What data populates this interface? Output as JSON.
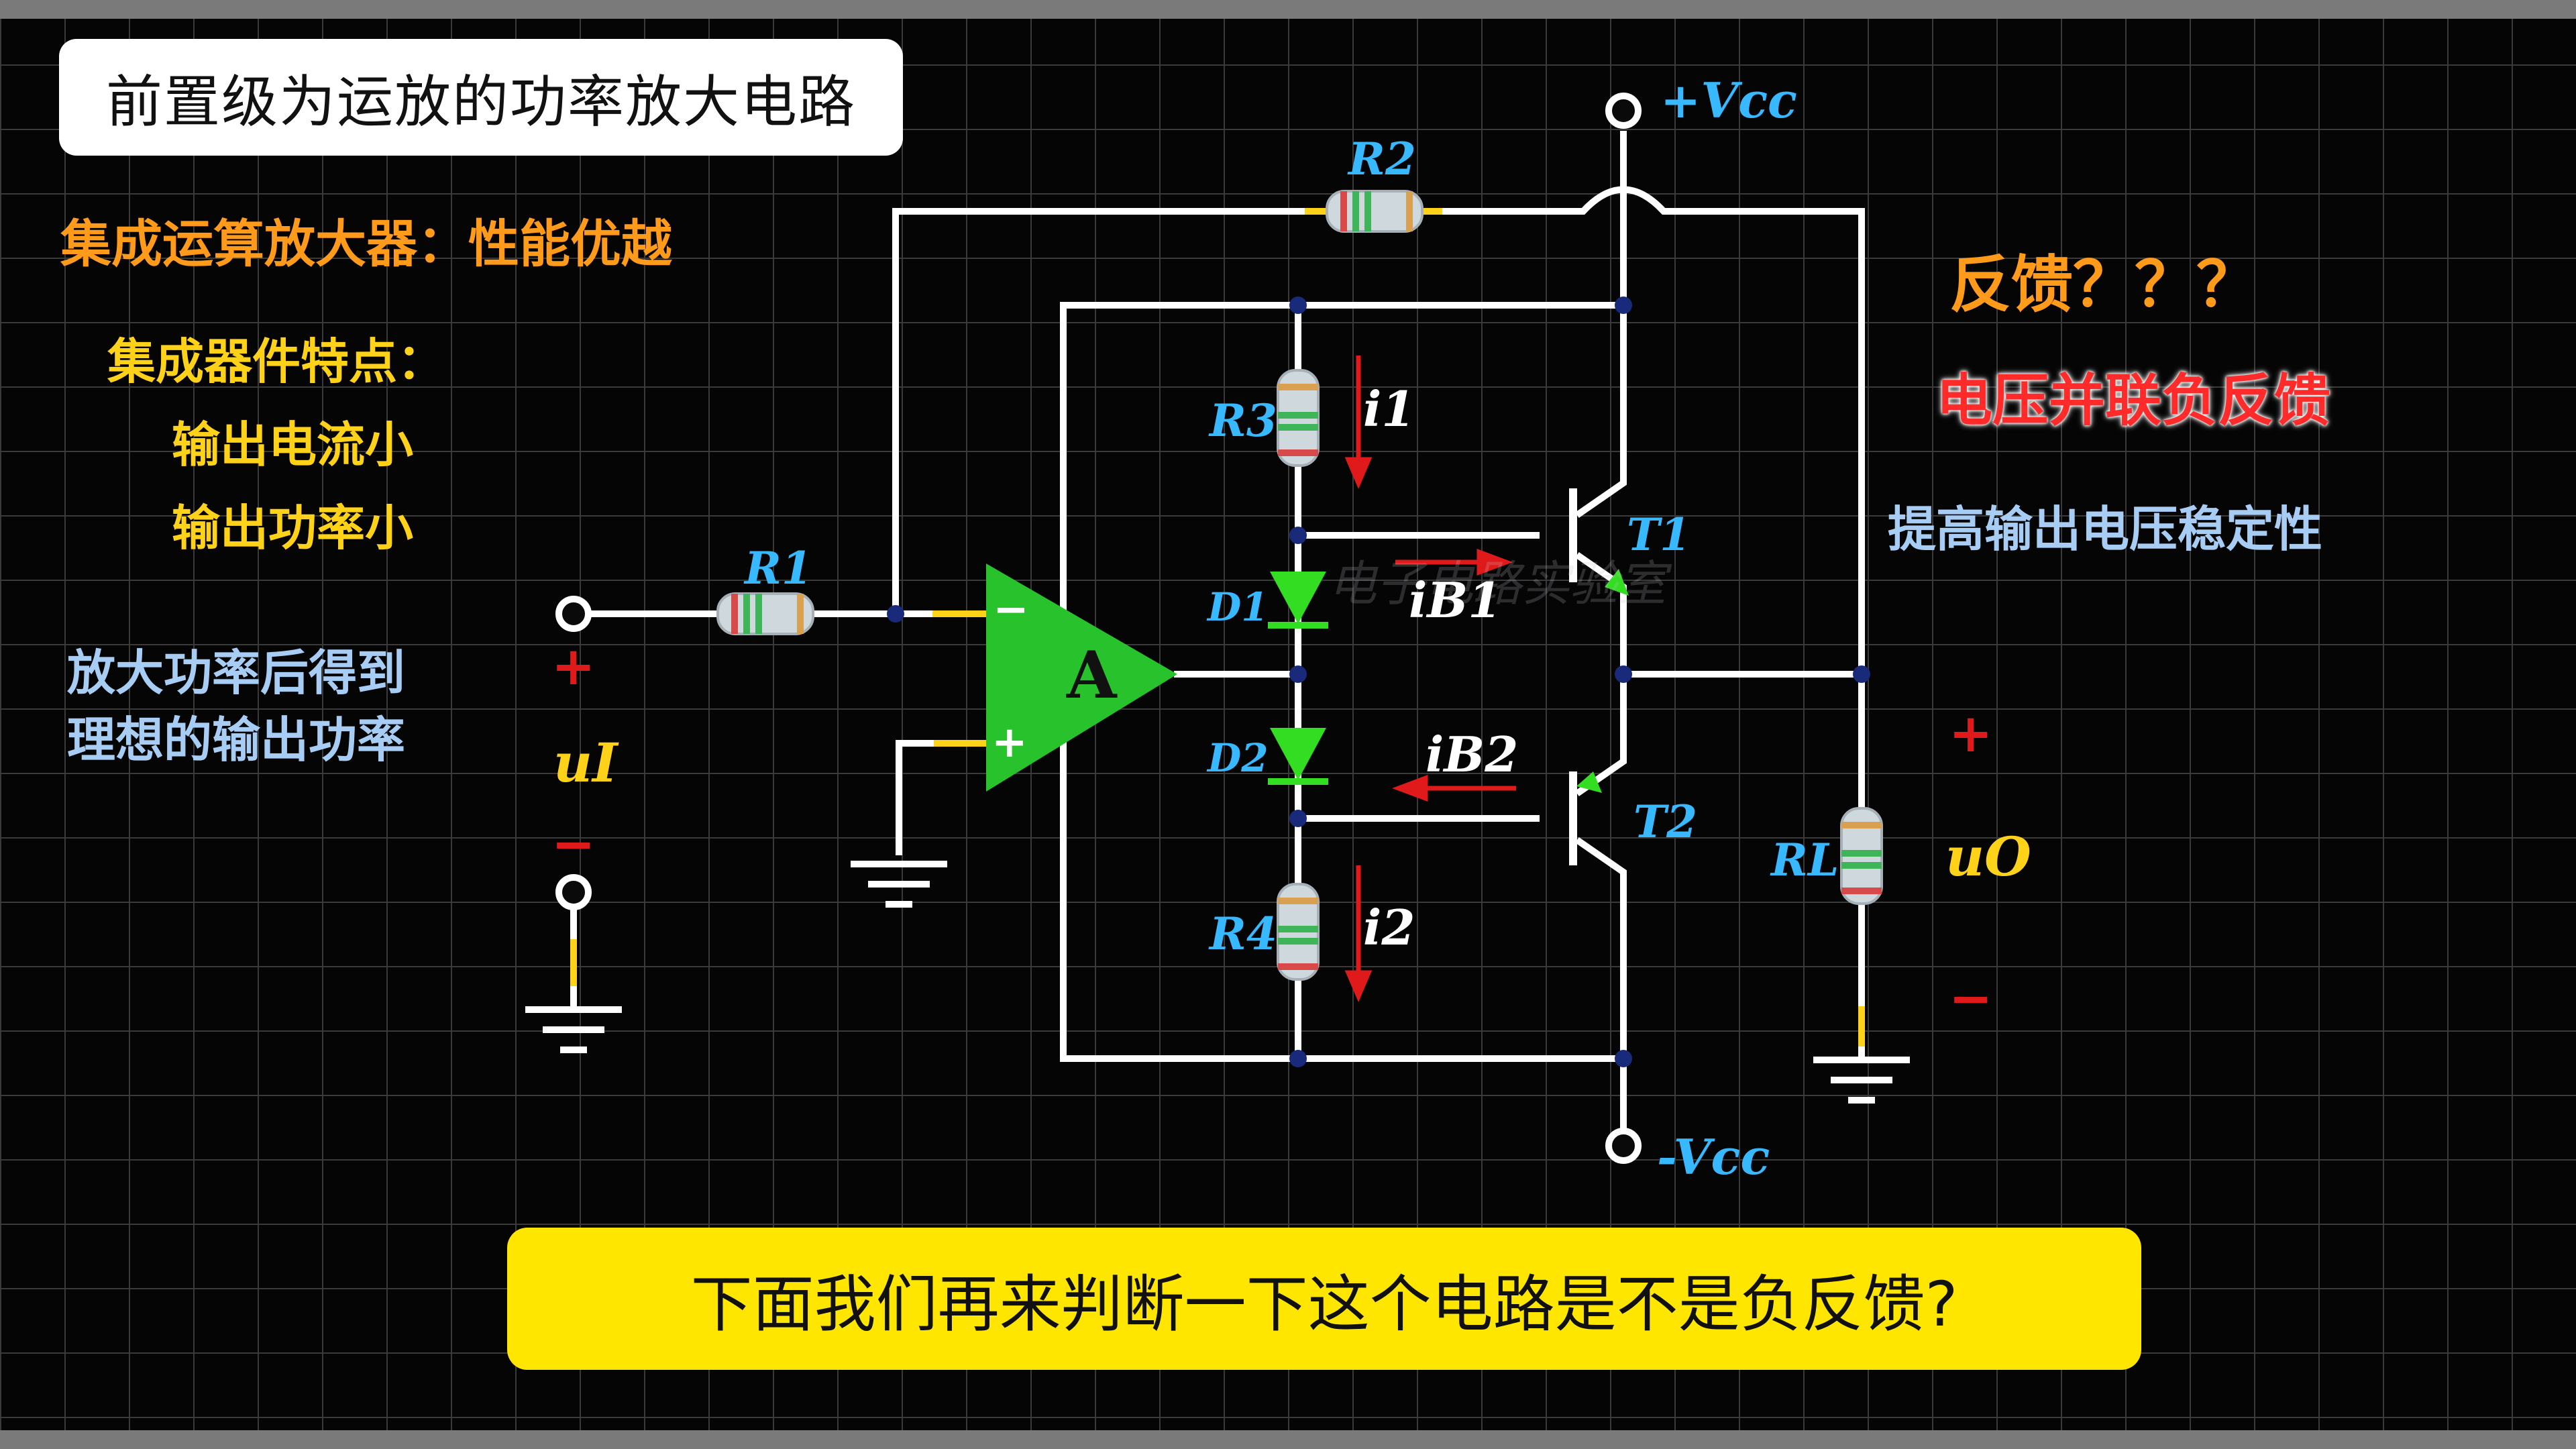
{
  "title": "前置级为运放的功率放大电路",
  "left_notes": {
    "heading": "集成运算放大器：性能优越",
    "features_title": "集成器件特点：",
    "feature_1": "输出电流小",
    "feature_2": "输出功率小",
    "purpose_line1": "放大功率后得到",
    "purpose_line2": "理想的输出功率"
  },
  "right_notes": {
    "question": "反馈？？？",
    "feedback_type": "电压并联负反馈",
    "benefit": "提高输出电压稳定性"
  },
  "subtitle": "下面我们再来判断一下这个电路是不是负反馈?",
  "watermark": "电子电路实验室",
  "circuit_labels": {
    "vcc_pos": "+Vcc",
    "vcc_neg": "-Vcc",
    "R1": "R1",
    "R2": "R2",
    "R3": "R3",
    "R4": "R4",
    "RL": "RL",
    "D1": "D1",
    "D2": "D2",
    "T1": "T1",
    "T2": "T2",
    "opamp": "A",
    "opamp_minus": "−",
    "opamp_plus": "+",
    "i1": "i1",
    "i2": "i2",
    "iB1": "iB1",
    "iB2": "iB2",
    "uI": "uI",
    "uO": "uO",
    "in_plus": "+",
    "in_minus": "−",
    "out_plus": "+",
    "out_minus": "−"
  },
  "colors": {
    "wire": "#ffffff",
    "component_label": "#37b8ff",
    "arrow": "#e01a1a",
    "diode": "#33dd22",
    "opamp": "#28c22c",
    "node": "#1a2a7a"
  }
}
